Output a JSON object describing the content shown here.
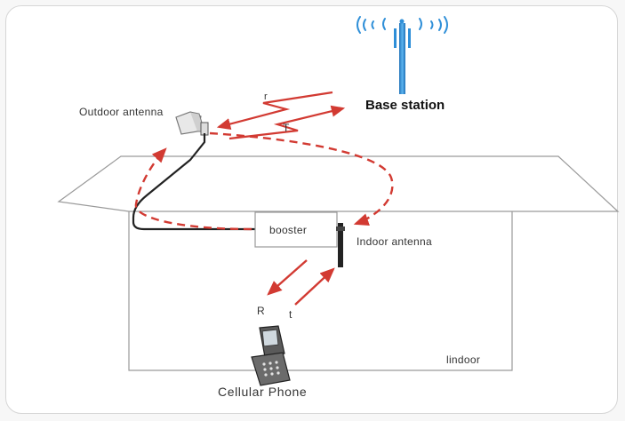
{
  "labels": {
    "base_station": "Base station",
    "outdoor_antenna": "Outdoor antenna",
    "indoor_antenna": "Indoor antenna",
    "booster": "booster",
    "indoor": "lindoor",
    "cellular_phone": "Cellular Phone",
    "r_upper": "r",
    "t_upper": "T",
    "r_lower": "R",
    "t_lower": "t"
  },
  "icons": {
    "base_station": "cell-tower-icon",
    "outdoor_antenna": "panel-antenna-icon",
    "indoor_antenna": "whip-antenna-icon",
    "phone": "flip-phone-icon"
  },
  "colors": {
    "signal_arrow": "#d23a32",
    "tower": "#2f8fd8",
    "cable": "#222222",
    "outline": "#9a9a9a"
  }
}
